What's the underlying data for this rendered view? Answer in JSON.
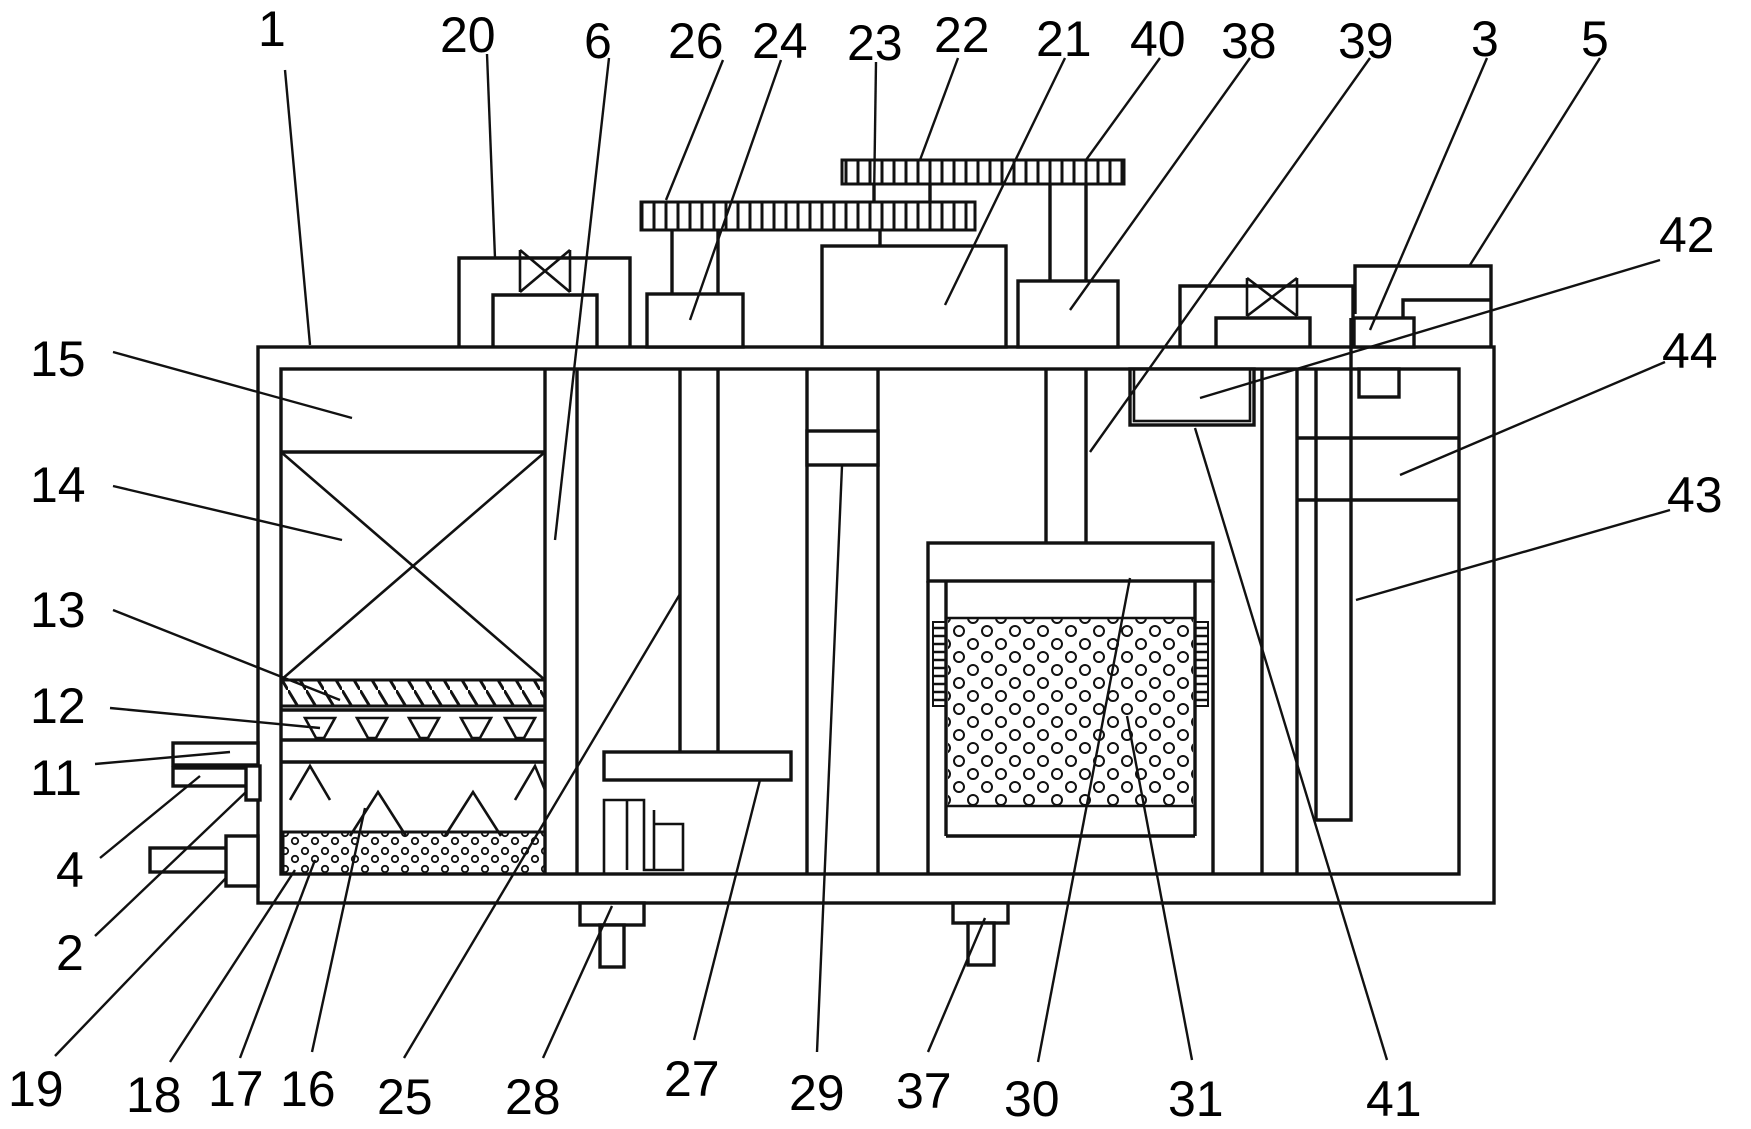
{
  "figure": {
    "reference_numerals": [
      "1",
      "2",
      "3",
      "4",
      "5",
      "6",
      "11",
      "12",
      "13",
      "14",
      "15",
      "16",
      "17",
      "18",
      "19",
      "20",
      "21",
      "22",
      "23",
      "24",
      "25",
      "26",
      "27",
      "28",
      "29",
      "30",
      "31",
      "37",
      "38",
      "39",
      "40",
      "41",
      "42",
      "43",
      "44"
    ]
  },
  "labels": {
    "n1": "1",
    "n20": "20",
    "n6": "6",
    "n26": "26",
    "n24": "24",
    "n23": "23",
    "n22": "22",
    "n21": "21",
    "n40": "40",
    "n38": "38",
    "n39": "39",
    "n3": "3",
    "n5": "5",
    "n42": "42",
    "n44": "44",
    "n43": "43",
    "n15": "15",
    "n14": "14",
    "n13": "13",
    "n12": "12",
    "n11": "11",
    "n4": "4",
    "n2": "2",
    "n19": "19",
    "n18": "18",
    "n17": "17",
    "n16": "16",
    "n25": "25",
    "n28": "28",
    "n27": "27",
    "n29": "29",
    "n37": "37",
    "n30": "30",
    "n31": "31",
    "n41": "41"
  }
}
